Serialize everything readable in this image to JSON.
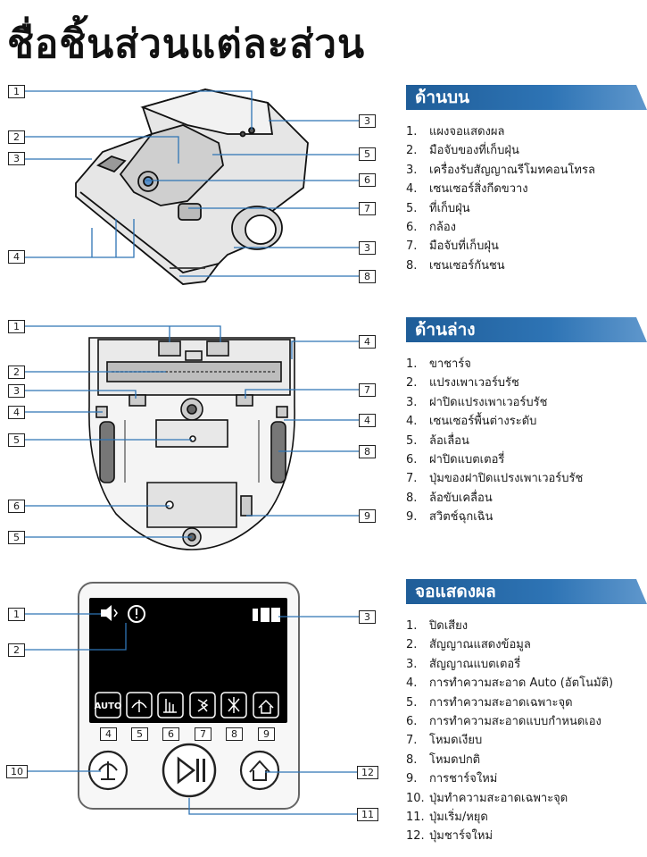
{
  "page_title": "ชื่อชิ้นส่วนแต่ละส่วน",
  "colors": {
    "header_bg": "#2e74b5",
    "leader_line": "#2e74b5"
  },
  "sections": [
    {
      "heading": "ด้านบน",
      "items": [
        "แผงจอแสดงผล",
        "มือจับของที่เก็บฝุ่น",
        "เครื่องรับสัญญาณรีโมทคอนโทรล",
        "เซนเซอร์สิ่งกีดขวาง",
        "ที่เก็บฝุ่น",
        "กล้อง",
        "มือจับที่เก็บฝุ่น",
        "เซนเซอร์กันชน"
      ],
      "callouts": [
        "1",
        "2",
        "3",
        "4",
        "3",
        "5",
        "6",
        "7",
        "3",
        "8"
      ]
    },
    {
      "heading": "ด้านล่าง",
      "items": [
        "ขาชาร์จ",
        "แปรงเพาเวอร์บรัช",
        "ฝาปิดแปรงเพาเวอร์บรัช",
        "เซนเซอร์พื้นต่างระดับ",
        "ล้อเลื่อน",
        "ฝาปิดแบตเตอรี่",
        "ปุ่มของฝาปิดแปรงเพาเวอร์บรัช",
        "ล้อขับเคลื่อน",
        "สวิตช์ฉุกเฉิน"
      ],
      "callouts": [
        "1",
        "2",
        "3",
        "4",
        "5",
        "6",
        "5",
        "4",
        "7",
        "4",
        "8",
        "9"
      ]
    },
    {
      "heading": "จอแสดงผล",
      "items": [
        "ปิดเสียง",
        "สัญญาณแสดงข้อมูล",
        "สัญญาณแบตเตอรี่",
        "การทำความสะอาด Auto (อัตโนมัติ)",
        "การทำความสะอาดเฉพาะจุด",
        "การทำความสะอาดแบบกำหนดเอง",
        "โหมดเงียบ",
        "โหมดปกติ",
        "การชาร์จใหม่",
        "ปุ่มทำความสะอาดเฉพาะจุด",
        "ปุ่มเริ่ม/หยุด",
        "ปุ่มชาร์จใหม่"
      ],
      "callouts": [
        "1",
        "2",
        "3",
        "4",
        "5",
        "6",
        "7",
        "8",
        "9",
        "10",
        "12",
        "11"
      ]
    }
  ],
  "display_panel": {
    "auto_label": "AUTO"
  }
}
